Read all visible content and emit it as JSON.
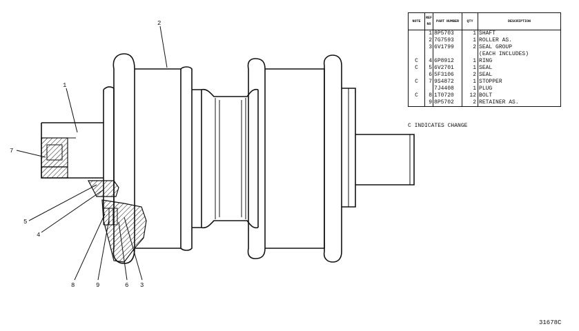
{
  "table": {
    "headers": {
      "note": "NOTE",
      "ref": "REF NO",
      "part": "PART NUMBER",
      "qty": "QTY",
      "desc": "DESCRIPTION"
    },
    "rows": [
      {
        "note": "",
        "ref": "1",
        "part": "8P5703",
        "qty": "1",
        "desc": "SHAFT"
      },
      {
        "note": "",
        "ref": "2",
        "part": "7G7593",
        "qty": "1",
        "desc": "ROLLER AS."
      },
      {
        "note": "",
        "ref": "3",
        "part": "6V1799",
        "qty": "2",
        "desc": "SEAL GROUP"
      },
      {
        "note": "",
        "ref": "",
        "part": "",
        "qty": "",
        "desc": "(EACH INCLUDES)"
      },
      {
        "note": "C",
        "ref": "4",
        "part": "6P8912",
        "qty": "1",
        "desc": "RING"
      },
      {
        "note": "C",
        "ref": "5",
        "part": "6V2701",
        "qty": "1",
        "desc": "SEAL"
      },
      {
        "note": "",
        "ref": "6",
        "part": "5F3106",
        "qty": "2",
        "desc": "SEAL"
      },
      {
        "note": "C",
        "ref": "7",
        "part": "9S4872",
        "qty": "1",
        "desc": "STOPPER"
      },
      {
        "note": "",
        "ref": "",
        "part": "7J4408",
        "qty": "1",
        "desc": "PLUG"
      },
      {
        "note": "C",
        "ref": "8",
        "part": "1T0720",
        "qty": "12",
        "desc": "BOLT"
      },
      {
        "note": "",
        "ref": "9",
        "part": "8P5702",
        "qty": "2",
        "desc": "RETAINER AS."
      }
    ]
  },
  "change_note": "C INDICATES CHANGE",
  "illustration_number": "31678C",
  "callouts": {
    "c1": "1",
    "c2": "2",
    "c7": "7",
    "c5": "5",
    "c4": "4",
    "c8": "8",
    "c9": "9",
    "c6": "6",
    "c3": "3"
  }
}
